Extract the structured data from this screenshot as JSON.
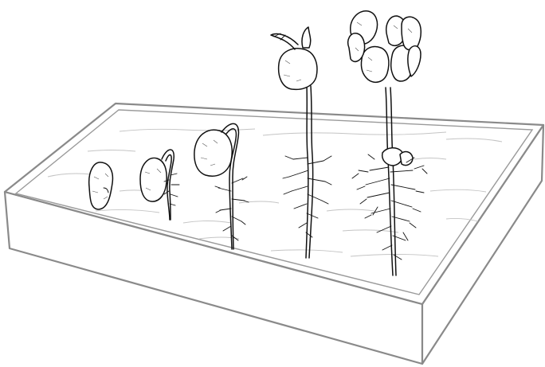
{
  "figure": {
    "subject": "bean-seed-germination-stages",
    "stages": [
      {
        "id": "seed",
        "stage": 1
      },
      {
        "id": "radicle-emerging",
        "stage": 2
      },
      {
        "id": "hypocotyl-hook",
        "stage": 3
      },
      {
        "id": "cotyledons-raised",
        "stage": 4
      },
      {
        "id": "first-leaves",
        "stage": 5
      }
    ],
    "colors": {
      "ink": "#111111",
      "tray": "#8a8a8a",
      "soil_lines": "#c4c4c4",
      "background": "#ffffff"
    }
  }
}
